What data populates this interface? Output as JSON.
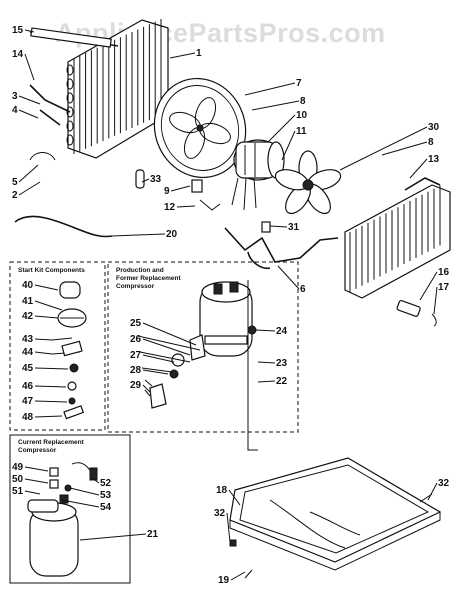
{
  "watermark": "AppliancePartsPros.com",
  "boxes": {
    "start_kit": "Start Kit Components",
    "production_line1": "Production and",
    "production_line2": "Former Replacement",
    "production_line3": "Compressor",
    "current_line1": "Current Replacement",
    "current_line2": "Compressor"
  },
  "callouts": [
    "1",
    "2",
    "3",
    "4",
    "5",
    "6",
    "7",
    "8",
    "8",
    "9",
    "10",
    "11",
    "12",
    "13",
    "14",
    "15",
    "16",
    "17",
    "19",
    "18",
    "20",
    "21",
    "22",
    "23",
    "24",
    "25",
    "26",
    "27",
    "28",
    "29",
    "30",
    "31",
    "32",
    "32",
    "33",
    "40",
    "41",
    "42",
    "43",
    "44",
    "45",
    "46",
    "47",
    "48",
    "49",
    "50",
    "51",
    "52",
    "53",
    "54"
  ]
}
